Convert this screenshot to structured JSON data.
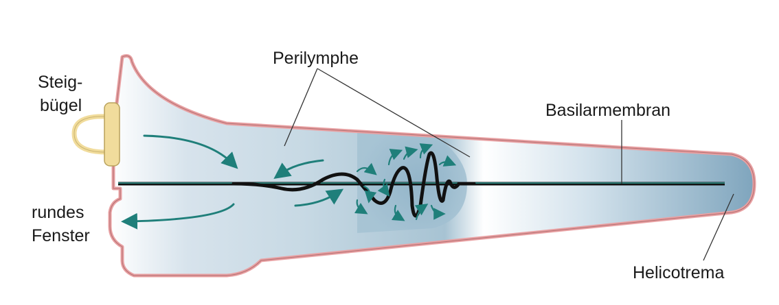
{
  "labels": {
    "stapes_line1": "Steig-",
    "stapes_line2": "bügel",
    "perilymph": "Perilymphe",
    "basilar": "Basilarmembran",
    "round_window_line1": "rundes",
    "round_window_line2": "Fenster",
    "helicotrema": "Helicotrema"
  },
  "colors": {
    "wall": "#e8a0a2",
    "arrows": "#1f7f7a",
    "membrane": "#111111",
    "membrane_highlight": "#39bdb3",
    "stapes_fill": "#f1dc9c",
    "stapes_stroke": "#b9a25c"
  }
}
